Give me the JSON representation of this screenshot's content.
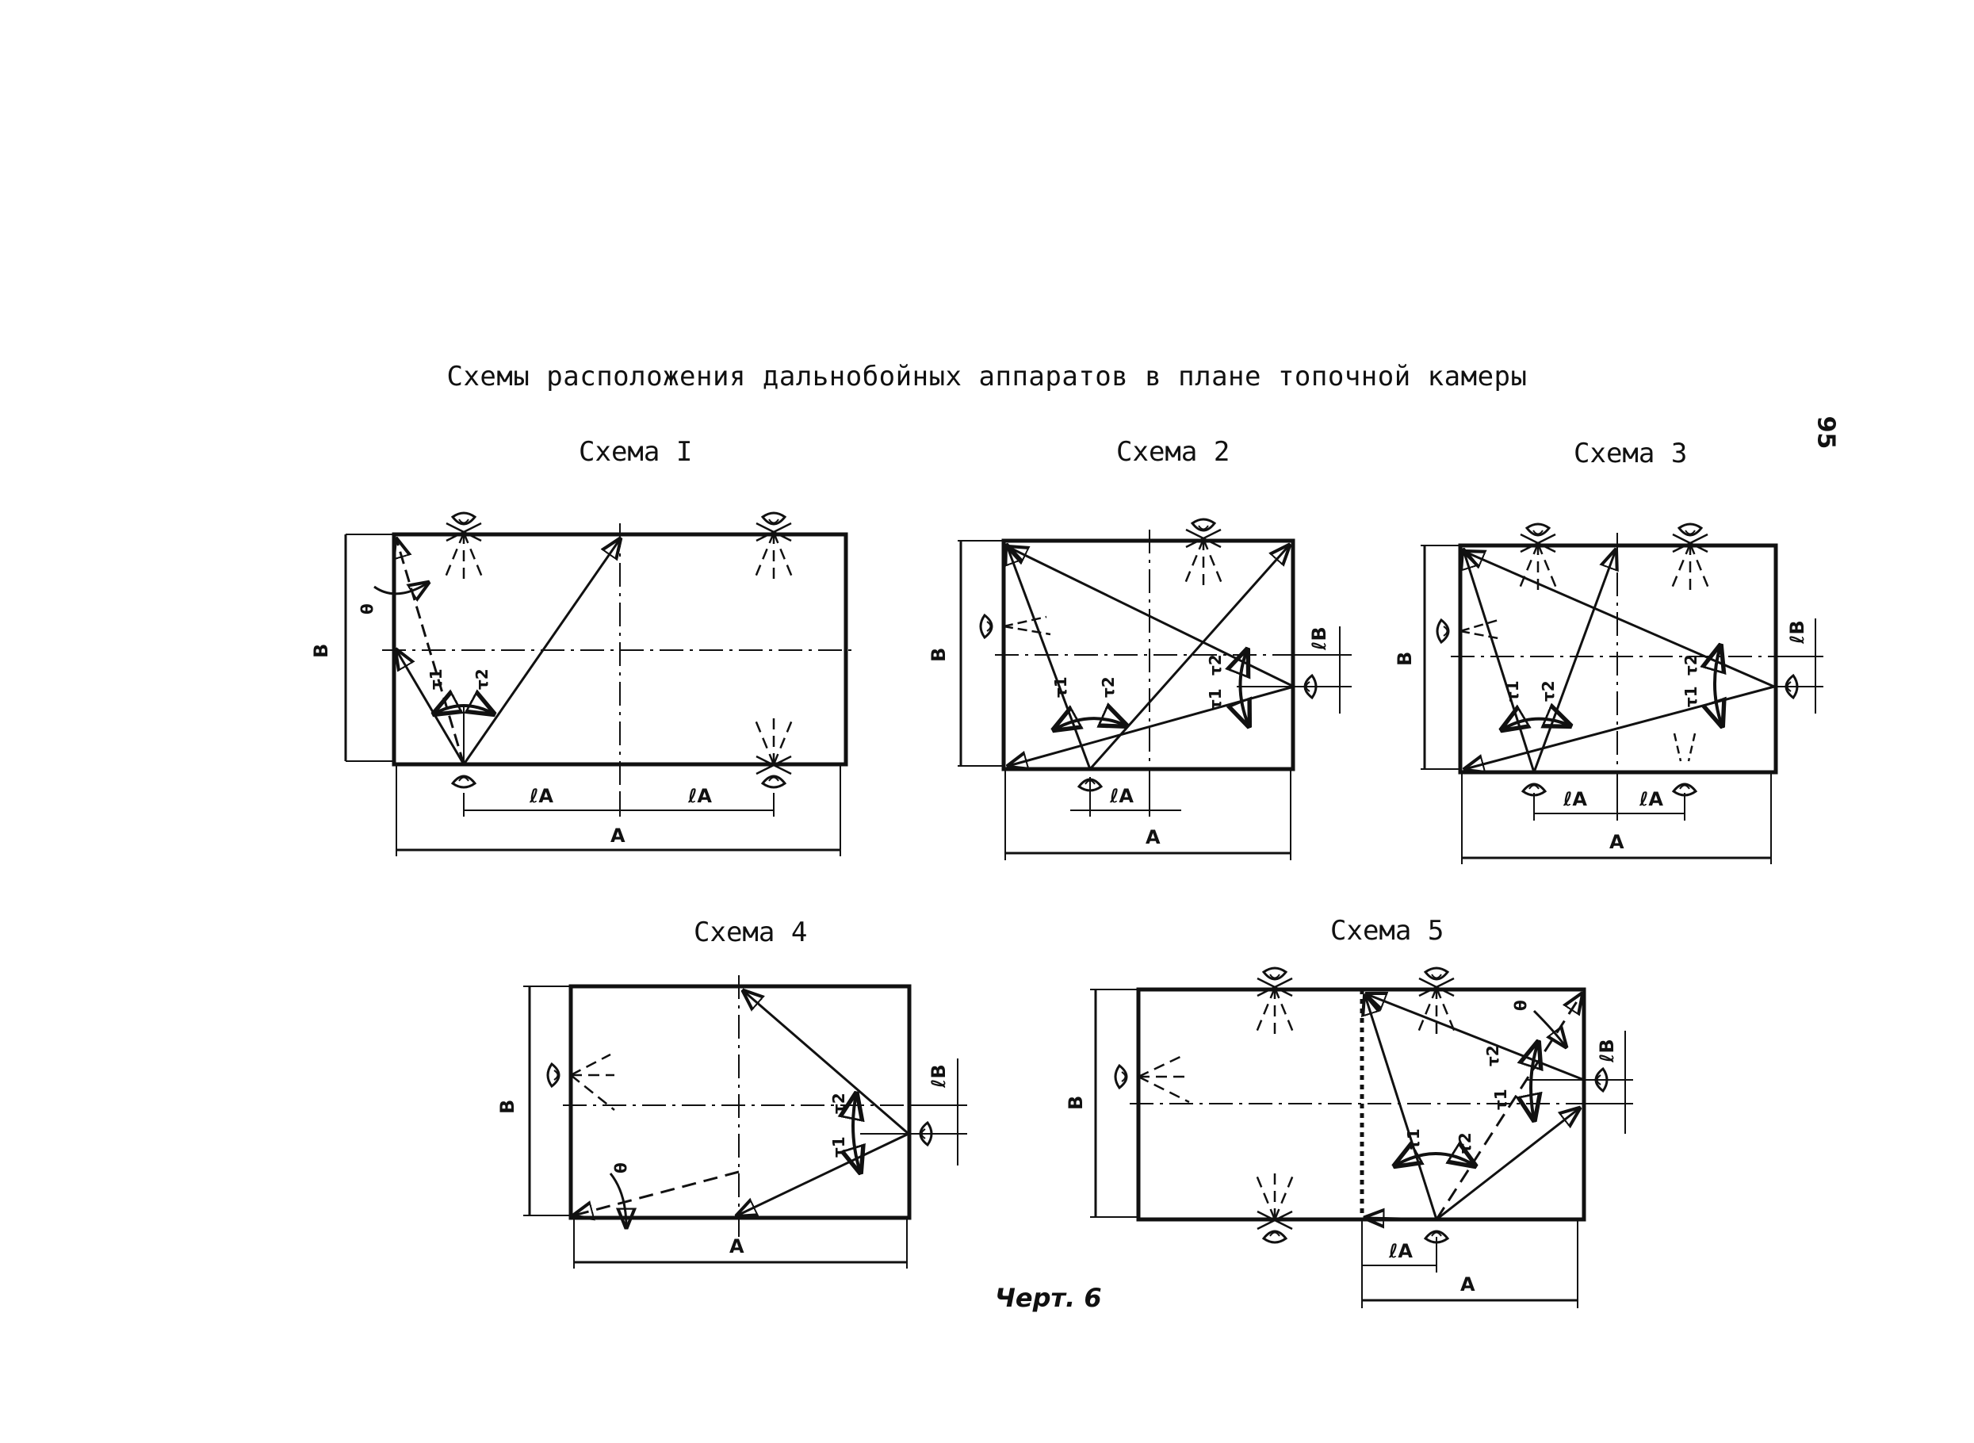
{
  "title": "Схемы расположения дальнобойных аппаратов в плане топочной камеры",
  "page_mark": "95",
  "caption": "Черт. 6",
  "schemes": [
    {
      "title": "Схема I"
    },
    {
      "title": "Схема 2"
    },
    {
      "title": "Схема 3"
    },
    {
      "title": "Схема 4"
    },
    {
      "title": "Схема 5"
    }
  ],
  "labels": {
    "A": "A",
    "B": "В",
    "lA": "ℓA",
    "lB": "ℓB",
    "tau1": "τ1",
    "tau2": "τ2",
    "theta": "θ"
  }
}
